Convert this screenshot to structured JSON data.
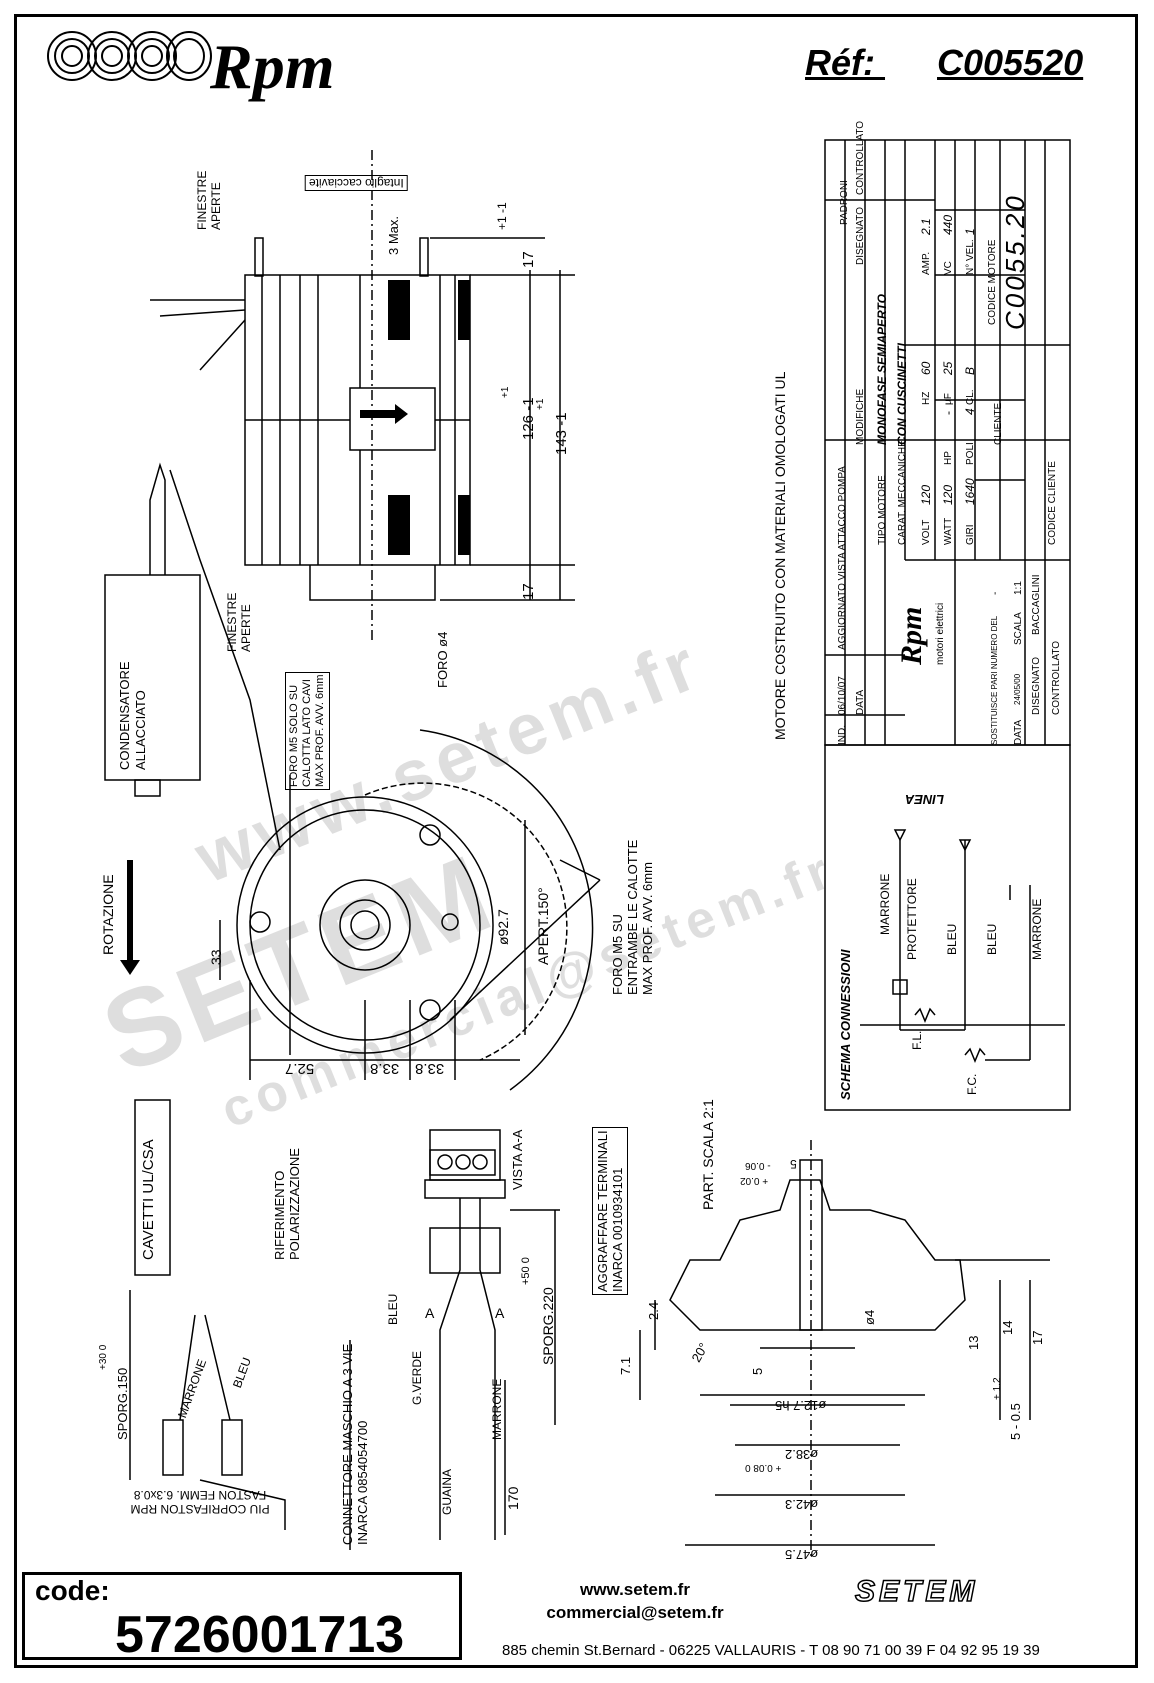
{
  "header": {
    "brand": "Rpm",
    "ref_label": "Réf:",
    "ref_code": "C005520"
  },
  "top_view": {
    "finestre_top": [
      "FINESTRE",
      "APERTE"
    ],
    "integlio": "Intaglio cacciavite",
    "max_label": "3 Max.",
    "tol_top": "+1 -1",
    "dim_17_top": "17",
    "dim_126": "126 -1",
    "dim_126_tol": "+1",
    "dim_143": "143 -1",
    "dim_143_tol": "+1",
    "dim_17_bottom": "17",
    "finestre_bottom": [
      "FINESTRE",
      "APERTE"
    ],
    "foro": "FORO ø4"
  },
  "side_left": {
    "condensatore": [
      "CONDENSATORE",
      "ALLACCIATO"
    ],
    "rotazione": "ROTAZIONE",
    "dim_33": "33",
    "dim_52_7": "52.7",
    "dim_33_8a": "33.8",
    "dim_33_8b": "33.8",
    "dim_92_7": "ø92.7",
    "apert": "APERT.150°",
    "foro_m5_solo": [
      "FORO M5 SOLO SU",
      "CALOTTA LATO CAVI",
      "MAX PROF. AVV. 6mm"
    ],
    "foro_m5_su": [
      "FORO M5 SU",
      "ENTRAMBE LE CALOTTE",
      "MAX PROF. AVV. 6mm"
    ]
  },
  "cable": {
    "cavetti": "CAVETTI UL/CSA",
    "riferimento": [
      "RIFERIMENTO",
      "POLARIZZAZIONE"
    ],
    "vista": "VISTA A-A",
    "aggraffare": [
      "AGGRAFFARE TERMINALI",
      "INARCA 0010934101"
    ],
    "connettore": [
      "CONNETTORE MASCHIO A 3 VIE",
      "INARCA 0854054700"
    ],
    "bleu": "BLEU",
    "gverde": "G.VERDE",
    "marrone": "MARRONE",
    "guaina": "GUAINA",
    "a1": "A",
    "a2": "A",
    "sporg220": "SPORG.220",
    "sporg220_tol": "+50 0",
    "dim_170": "170",
    "sporg150": "SPORG.150",
    "sporg150_tol": "+30 0",
    "marrone2": "MARRONE",
    "bleu2": "BLEU",
    "faston": [
      "PIU COPRIFASTON RPM",
      "FASTON FEMM. 6.3x0.8"
    ]
  },
  "part": {
    "title": "PART. SCALA 2:1",
    "tol_top": "+ 0.02",
    "tol_bot": "- 0.06",
    "dim_5_top": "5",
    "dim_2_4": "2.4",
    "dim_7_1": "7.1",
    "dim_5": "5",
    "dim_4": "ø4",
    "dim_13": "13",
    "dim_14": "14",
    "dim_17": "17",
    "dim_5_05": "5 - 0.5",
    "dim_5_05_tol": "+ 1.2",
    "dim_20": "20°",
    "dim_12_7": "ø12.7 h5",
    "dim_38_2": "ø38.2",
    "dim_38_2_tol": "+ 0.08 0",
    "dim_42_3": "ø42.3",
    "dim_47_5": "ø47.5"
  },
  "title_block": {
    "ul_text": "MOTORE COSTRUITO CON MATERIALI OMOLOGATI UL",
    "rev_line": "AGGIORNATO VISTA ATTACCO POMPA",
    "rev_date": "06/10/07",
    "ind": "IND.",
    "data": "DATA",
    "modifiche": "MODIFICHE",
    "disegnato": "DISEGNATO",
    "controllato": "CONTROLLATO",
    "padroni": "PADRONI",
    "tipo_motore": "TIPO MOTORE",
    "tipo_value": "MONOFASE SEMIAPERTO",
    "carat_label": "CARAT. MECCANICHE",
    "carat_value": "CON CUSCINETTI",
    "volt_l": "VOLT",
    "volt_v": "120",
    "hz_l": "HZ",
    "hz_v": "60",
    "amp_l": "AMP.",
    "amp_v": "2.1",
    "watt_l": "WATT",
    "watt_v": "120",
    "hp_l": "HP",
    "hp_v": "-",
    "uf_l": "µF",
    "uf_v": "25",
    "vc_l": "VC",
    "vc_v": "440",
    "giri_l": "GIRI",
    "giri_v": "1640",
    "poli_l": "POLI",
    "poli_v": "4",
    "cl_l": "CL.",
    "cl_v": "B",
    "nvel_l": "N° VEL.",
    "nvel_v": "1",
    "codice_motore_l": "CODICE MOTORE",
    "codice_motore_v": "C0055.20",
    "cliente": "CLIENTE",
    "codice_cliente": "CODICE CLIENTE",
    "rpm_brand": "Rpm",
    "rpm_sub": "motori elettrici",
    "sostituisce": "SOSTITUISCE PARI NUMERO DEL",
    "sost_v": "-",
    "data_l": "DATA",
    "data_v": "24/05/00",
    "scala_l": "SCALA",
    "scala_v": "1:1",
    "disegnato_l": "DISEGNATO",
    "disegnato_v": "BACCAGLINI",
    "controllato_l": "CONTROLLATO"
  },
  "schema": {
    "title": "SCHEMA CONNESSIONI",
    "linea": "LINEA",
    "marrone": "MARRONE",
    "protettore": "PROTETTORE",
    "bleu1": "BLEU",
    "bleu2": "BLEU",
    "marrone2": "MARRONE",
    "fl": "F.L.",
    "fc": "F.C."
  },
  "footer": {
    "code_label": "code:",
    "code_value": "5726001713",
    "web": "www.setem.fr",
    "email": "commercial@setem.fr",
    "address": "885 chemin St.Bernard  -  06225 VALLAURIS  -  T 08 90 71 00 39   F 04 92 95 19 39",
    "logo": "SETEM"
  },
  "watermark": {
    "line1": "www.setem.fr",
    "line2": "SETEM",
    "line3": "commercial@setem.fr"
  }
}
